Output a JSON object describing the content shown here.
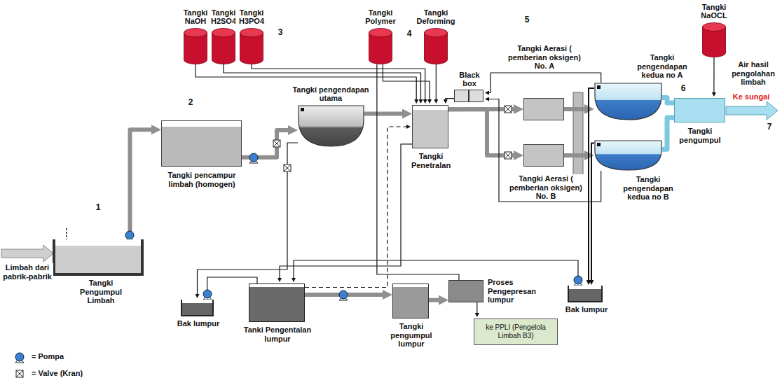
{
  "diagram": {
    "nodes": [
      {
        "text": [
          "Tangki NaOH"
        ]
      },
      {
        "text": [
          "Tangki H2SO4"
        ]
      },
      {
        "text": [
          "Tangki H3PO4"
        ]
      },
      {
        "text": [
          "Tangki Polymer"
        ]
      },
      {
        "text": [
          "Tangki Deforming"
        ]
      },
      {
        "text": [
          "Tangki NaOCL"
        ]
      },
      {
        "text": [
          "Tangki Pengumpul Limbah"
        ]
      },
      {
        "text": [
          "Tangki pencampur limbah (homogen)"
        ]
      },
      {
        "text": [
          "Tangki pengendapan utama"
        ]
      },
      {
        "text": [
          "Tangki Penetralan"
        ]
      },
      {
        "text": [
          "Black box"
        ]
      },
      {
        "text": [
          "Tangki Aerasi ( pemberian oksigen) No. A"
        ]
      },
      {
        "text": [
          "Tangki Aerasi ( pemberian oksigen) No. B"
        ]
      },
      {
        "text": [
          "Tangki pengendapan kedua no A"
        ]
      },
      {
        "text": [
          "Tangki pengendapan kedua no B"
        ]
      },
      {
        "text": [
          "Tangki pengumpul"
        ]
      },
      {
        "text": [
          "Bak lumpur"
        ]
      },
      {
        "text": [
          "Tanki Pengentalan lumpur"
        ]
      },
      {
        "text": [
          "Tangki pengumpul lumpur"
        ]
      },
      {
        "text": [
          "Proses Pengepresan lumpur"
        ]
      },
      {
        "text": [
          "ke PPLI (Pengelola Limbah B3)"
        ]
      },
      {
        "text": [
          "Bak lumpur"
        ]
      }
    ],
    "edges": [
      {
        "from": 6,
        "to": 7,
        "arrow": "to"
      },
      {
        "from": 7,
        "to": 8,
        "arrow": "to"
      },
      {
        "from": 0,
        "to": 9,
        "arrow": "to"
      },
      {
        "from": 1,
        "to": 9,
        "arrow": "to"
      },
      {
        "from": 2,
        "to": 9,
        "arrow": "to"
      },
      {
        "from": 3,
        "to": 9,
        "arrow": "to"
      },
      {
        "from": 4,
        "to": 9,
        "arrow": "to"
      },
      {
        "from": 8,
        "to": 9,
        "arrow": "to"
      },
      {
        "from": 10,
        "to": 9,
        "arrow": "to"
      },
      {
        "from": 9,
        "to": 11,
        "arrow": "to"
      },
      {
        "from": 9,
        "to": 12,
        "arrow": "to"
      },
      {
        "from": 11,
        "to": 13,
        "arrow": "to"
      },
      {
        "from": 12,
        "to": 14,
        "arrow": "to"
      },
      {
        "from": 13,
        "to": 10,
        "arrow": "to"
      },
      {
        "from": 14,
        "to": 10,
        "arrow": "to"
      },
      {
        "from": 13,
        "to": 15,
        "arrow": "to"
      },
      {
        "from": 14,
        "to": 15,
        "arrow": "to"
      },
      {
        "from": 5,
        "to": 15,
        "arrow": "to"
      },
      {
        "from": 8,
        "to": 16,
        "arrow": "to"
      },
      {
        "from": 16,
        "to": 17,
        "arrow": "to"
      },
      {
        "from": 9,
        "to": 17,
        "arrow": "to"
      },
      {
        "from": 13,
        "to": 21,
        "arrow": "to"
      },
      {
        "from": 14,
        "to": 21,
        "arrow": "to"
      },
      {
        "from": 21,
        "to": 17,
        "arrow": "to"
      },
      {
        "from": 17,
        "to": 18,
        "arrow": "to"
      },
      {
        "from": 17,
        "to": 9,
        "arrow": "to"
      },
      {
        "from": 3,
        "to": 19,
        "arrow": "to"
      },
      {
        "from": 18,
        "to": 19,
        "arrow": "to"
      },
      {
        "from": 19,
        "to": 20,
        "arrow": "to"
      }
    ],
    "labels": [
      "Limbah dari pabrik-pabrik",
      "Air hasil pengolahan limbah",
      "Ke sungai",
      "1",
      "2",
      "3",
      "4",
      "5",
      "6",
      "7"
    ],
    "legend": [
      {
        "text": "= Pompa"
      },
      {
        "text": "= Valve (Kran)"
      }
    ]
  }
}
